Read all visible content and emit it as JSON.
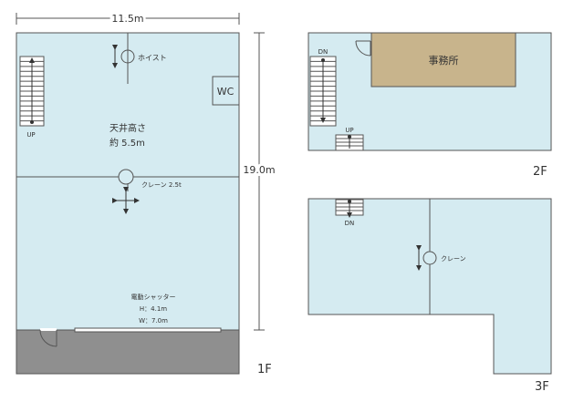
{
  "dimensions": {
    "width": "11.5m",
    "depth": "19.0m"
  },
  "floor1": {
    "label": "1F",
    "hoist_label": "ホイスト",
    "wc_label": "WC",
    "stair_label": "UP",
    "ceiling_label": "天井高さ",
    "ceiling_value": "約 5.5m",
    "crane_label": "クレーン 2.5t",
    "shutter_label": "電動シャッター",
    "shutter_height": "H：4.1m",
    "shutter_width": "W：7.0m",
    "colors": {
      "floor": "#d5ebf1",
      "apron": "#8f8f8f"
    }
  },
  "floor2": {
    "label": "2F",
    "stair_down_label": "DN",
    "stair_up_label": "UP",
    "office_label": "事務所",
    "colors": {
      "floor": "#d5ebf1",
      "office": "#c8b48c"
    }
  },
  "floor3": {
    "label": "3F",
    "stair_label": "DN",
    "crane_label": "クレーン",
    "colors": {
      "floor": "#d5ebf1"
    }
  }
}
